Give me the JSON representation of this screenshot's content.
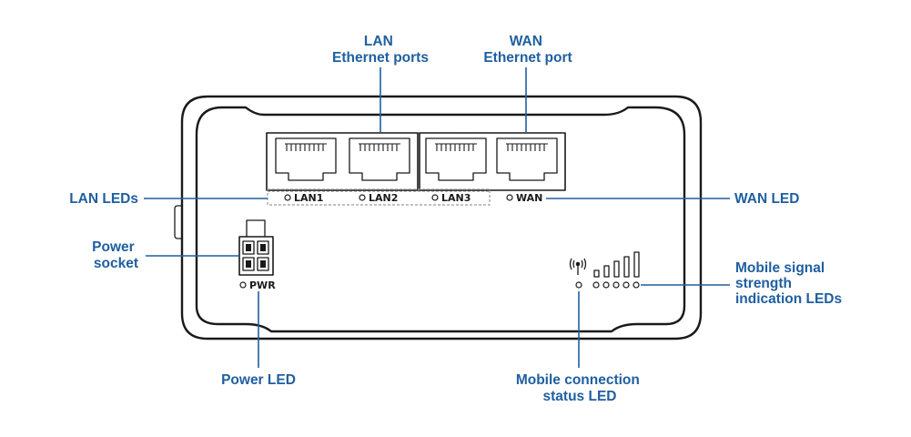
{
  "callouts": {
    "lan_ports": [
      "LAN",
      "Ethernet ports"
    ],
    "wan_port": [
      "WAN",
      "Ethernet port"
    ],
    "lan_leds": "LAN LEDs",
    "wan_led": "WAN LED",
    "power_socket": [
      "Power",
      "socket"
    ],
    "power_led": "Power LED",
    "mobile_status": [
      "Mobile connection",
      "status LED"
    ],
    "signal_leds": [
      "Mobile signal",
      "strength",
      "indication LEDs"
    ]
  },
  "port_labels": {
    "lan1": "LAN1",
    "lan2": "LAN2",
    "lan3": "LAN3",
    "wan": "WAN",
    "pwr": "PWR"
  },
  "icons": {
    "antenna": "antenna-icon",
    "signal_bars": "signal-bars-icon",
    "power_connector": "power-connector-icon",
    "ethernet_port": "ethernet-port-icon"
  },
  "colors": {
    "callout_text": "#1f5fa0",
    "outline": "#1a1a1a",
    "dashed_group": "#9a9a9a"
  }
}
